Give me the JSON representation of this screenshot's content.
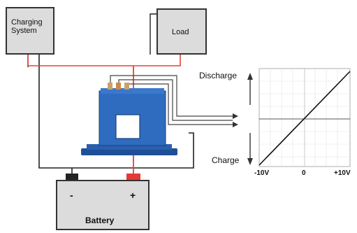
{
  "diagram": {
    "charging_system_label": "Charging\nSystem",
    "load_label": "Load",
    "battery_label": "Battery",
    "battery_minus": "-",
    "battery_plus": "+",
    "graph": {
      "top_label": "Discharge",
      "bottom_label": "Charge",
      "x_ticks": [
        "-10V",
        "0",
        "+10V"
      ]
    },
    "colors": {
      "wire_red": "#e8403a",
      "wire_dark": "#222222",
      "sensor_blue": "#2f6cc0",
      "sensor_dark": "#1f4f96",
      "box_fill": "#dcdcdc",
      "terminal_red": "#e53935",
      "terminal_black": "#222222"
    }
  }
}
